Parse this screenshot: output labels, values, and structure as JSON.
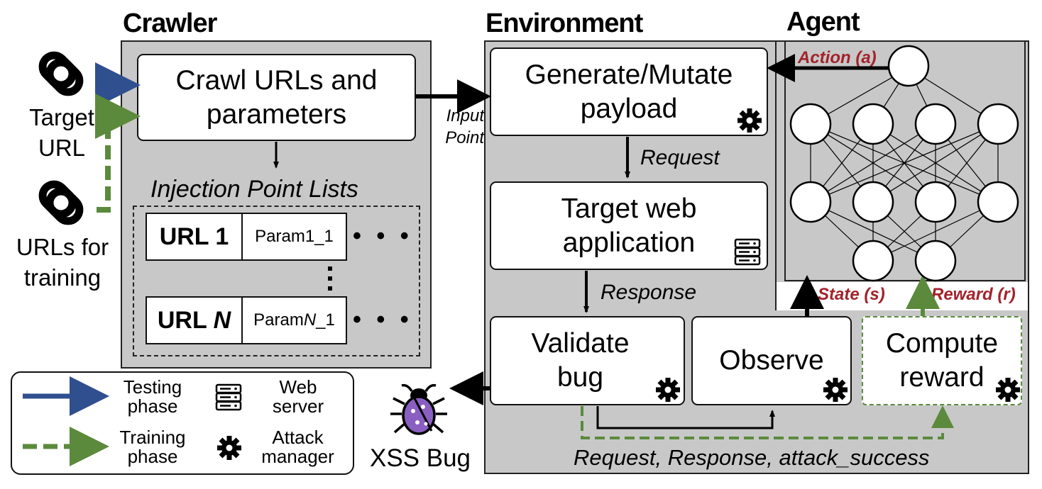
{
  "crawler": {
    "title": "Crawler",
    "crawl_box": "Crawl URLs and parameters",
    "injection_title": "Injection Point Lists",
    "rows": [
      {
        "url": "URL 1",
        "param": "Param1_1",
        "dots": "• • •"
      },
      {
        "url_prefix": "URL ",
        "url_var": "N",
        "param_prefix": "Param",
        "param_var": "N",
        "param_suffix": "_1",
        "dots": "• • •"
      }
    ]
  },
  "inputs": {
    "target_url": "Target URL",
    "training_urls": "URLs for training"
  },
  "environment": {
    "title": "Environment",
    "input_point_label": "Input Point",
    "generate_box": "Generate/Mutate payload",
    "request_label": "Request",
    "target_box": "Target web application",
    "response_label": "Response",
    "validate_box": "Validate bug",
    "observe_box": "Observe",
    "compute_box": "Compute reward",
    "bottom_label": "Request, Response, attack_success"
  },
  "agent": {
    "title": "Agent",
    "action_label": "Action (a)",
    "state_label": "State (s)",
    "reward_label": "Reward (r)"
  },
  "xss_bug": "XSS Bug",
  "legend": {
    "testing": "Testing phase",
    "training": "Training phase",
    "web_server": "Web server",
    "attack_manager": "Attack manager"
  },
  "colors": {
    "panel": "#c8c8c8",
    "testing_arrow": "#2f4f8f",
    "training_arrow": "#5b8a3c",
    "label_red": "#a3232b",
    "bug_purple": "#8a5fc2"
  }
}
